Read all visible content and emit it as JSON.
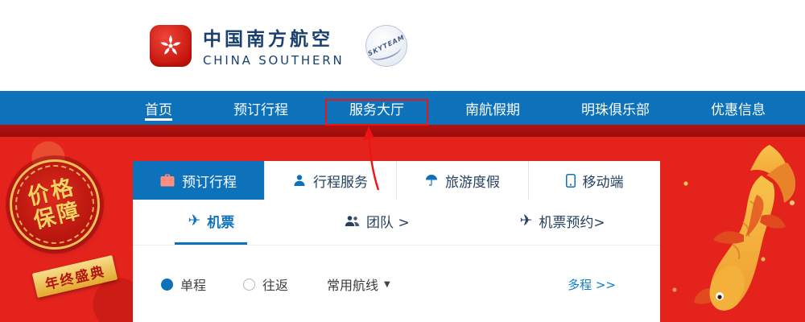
{
  "header": {
    "brand_cn": "中国南方航空",
    "brand_en": "CHINA SOUTHERN",
    "skyteam_label": "SKYTEAM"
  },
  "nav": {
    "items": [
      {
        "label": "首页",
        "active": true
      },
      {
        "label": "预订行程"
      },
      {
        "label": "服务大厅",
        "annotated": true
      },
      {
        "label": "南航假期"
      },
      {
        "label": "明珠俱乐部"
      },
      {
        "label": "优惠信息"
      }
    ]
  },
  "promo": {
    "badge_line1": "价格",
    "badge_line2": "保障",
    "ribbon_text": "年终盛典"
  },
  "widget": {
    "tabs": [
      {
        "label": "预订行程",
        "icon": "briefcase-icon",
        "active": true
      },
      {
        "label": "行程服务",
        "icon": "person-icon"
      },
      {
        "label": "旅游度假",
        "icon": "umbrella-icon"
      },
      {
        "label": "移动端",
        "icon": "phone-icon"
      }
    ],
    "subtabs": [
      {
        "label": "机票",
        "icon": "plane-icon",
        "active": true
      },
      {
        "label": "团队 >",
        "icon": "people-icon"
      },
      {
        "label": "机票预约>",
        "icon": "plane-icon"
      }
    ],
    "trip_types": [
      {
        "label": "单程",
        "selected": true
      },
      {
        "label": "往返",
        "selected": false
      }
    ],
    "routes_label": "常用航线",
    "multi_city_label": "多程 >>"
  },
  "icons": {
    "plane": "✈",
    "caret_down": "▼"
  },
  "colors": {
    "nav_blue": "#0d72b9",
    "banner_red": "#e4231d",
    "stripe_red": "#9c0d0b",
    "gold": "#f2c75c",
    "annotation": "#ee1414"
  }
}
